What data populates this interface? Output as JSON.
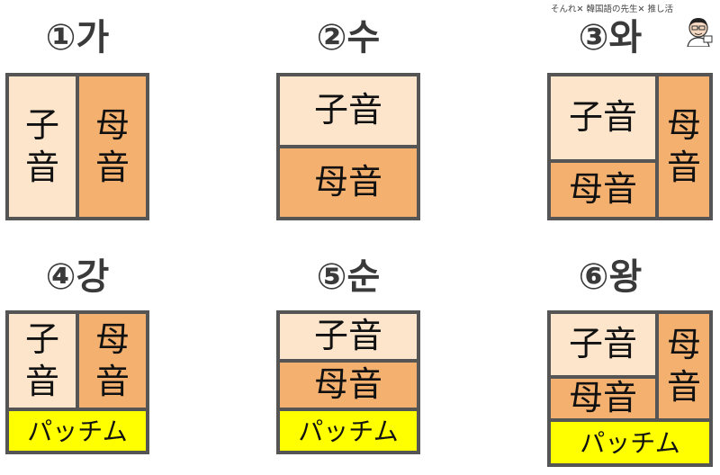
{
  "credit": "そんれ✕ 韓国語の先生✕ 推し活",
  "colors": {
    "consonant": "#fde5cc",
    "vowel": "#f4b06e",
    "patchim": "#ffff00",
    "border": "#555555"
  },
  "labels": {
    "consonant": "子音",
    "vowel": "母音",
    "patchim": "パッチム",
    "consonant_chars": [
      "子",
      "音"
    ],
    "vowel_chars": [
      "母",
      "音"
    ]
  },
  "diagrams": [
    {
      "title": "①가"
    },
    {
      "title": "②수"
    },
    {
      "title": "③와"
    },
    {
      "title": "④강"
    },
    {
      "title": "⑤순"
    },
    {
      "title": "⑥왕"
    }
  ]
}
